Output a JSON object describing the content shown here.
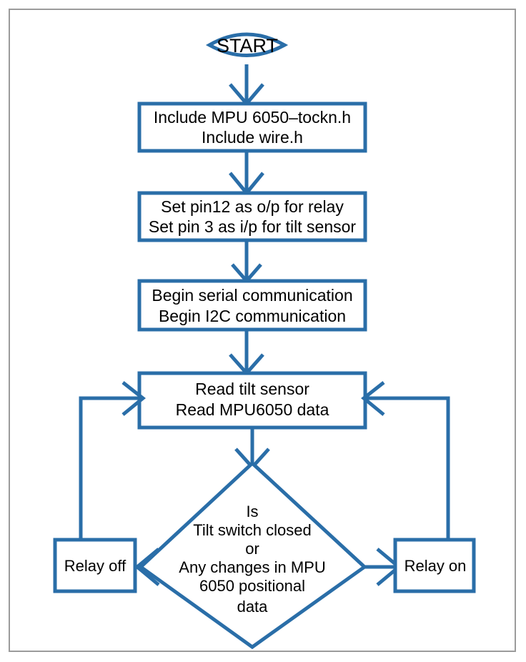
{
  "diagram": {
    "title": "Arduino tilt sensor and MPU6050 relay control flowchart",
    "stroke_color": "#2A6EA8",
    "frame_color": "#9b9b9b",
    "text_color": "#000000",
    "background": "#ffffff"
  },
  "nodes": {
    "start": {
      "shape": "lens",
      "label": "START"
    },
    "includes": {
      "shape": "process",
      "line1": "Include MPU 6050–tockn.h",
      "line2": "Include wire.h"
    },
    "pins": {
      "shape": "process",
      "line1": "Set pin12 as o/p for relay",
      "line2": "Set pin 3 as i/p for tilt sensor"
    },
    "comm": {
      "shape": "process",
      "line1": "Begin serial communication",
      "line2": "Begin I2C communication"
    },
    "read": {
      "shape": "process",
      "line1": "Read tilt sensor",
      "line2": "Read MPU6050 data"
    },
    "decision": {
      "shape": "diamond",
      "line1": "Is",
      "line2": "Tilt switch closed",
      "line3": "or",
      "line4": "Any changes in MPU",
      "line5": "6050 positional",
      "line6": "data"
    },
    "relay_off": {
      "shape": "process",
      "label": "Relay off"
    },
    "relay_on": {
      "shape": "process",
      "label": "Relay on"
    }
  },
  "edges": [
    {
      "id": "start-to-includes",
      "from": "start",
      "to": "includes",
      "label": "",
      "arrow": "down"
    },
    {
      "id": "includes-to-pins",
      "from": "includes",
      "to": "pins",
      "label": "",
      "arrow": "down"
    },
    {
      "id": "pins-to-comm",
      "from": "pins",
      "to": "comm",
      "label": "",
      "arrow": "down"
    },
    {
      "id": "comm-to-read",
      "from": "comm",
      "to": "read",
      "label": "",
      "arrow": "down"
    },
    {
      "id": "read-to-decision",
      "from": "read",
      "to": "decision",
      "label": "",
      "arrow": "down"
    },
    {
      "id": "decision-to-relay-off",
      "from": "decision",
      "to": "relay_off",
      "label": "",
      "arrow": "left"
    },
    {
      "id": "decision-to-relay-on",
      "from": "decision",
      "to": "relay_on",
      "label": "",
      "arrow": "right"
    },
    {
      "id": "relay-off-to-read",
      "from": "relay_off",
      "to": "read",
      "label": "",
      "arrow": "right"
    },
    {
      "id": "relay-on-to-read",
      "from": "relay_on",
      "to": "read",
      "label": "",
      "arrow": "left"
    }
  ]
}
